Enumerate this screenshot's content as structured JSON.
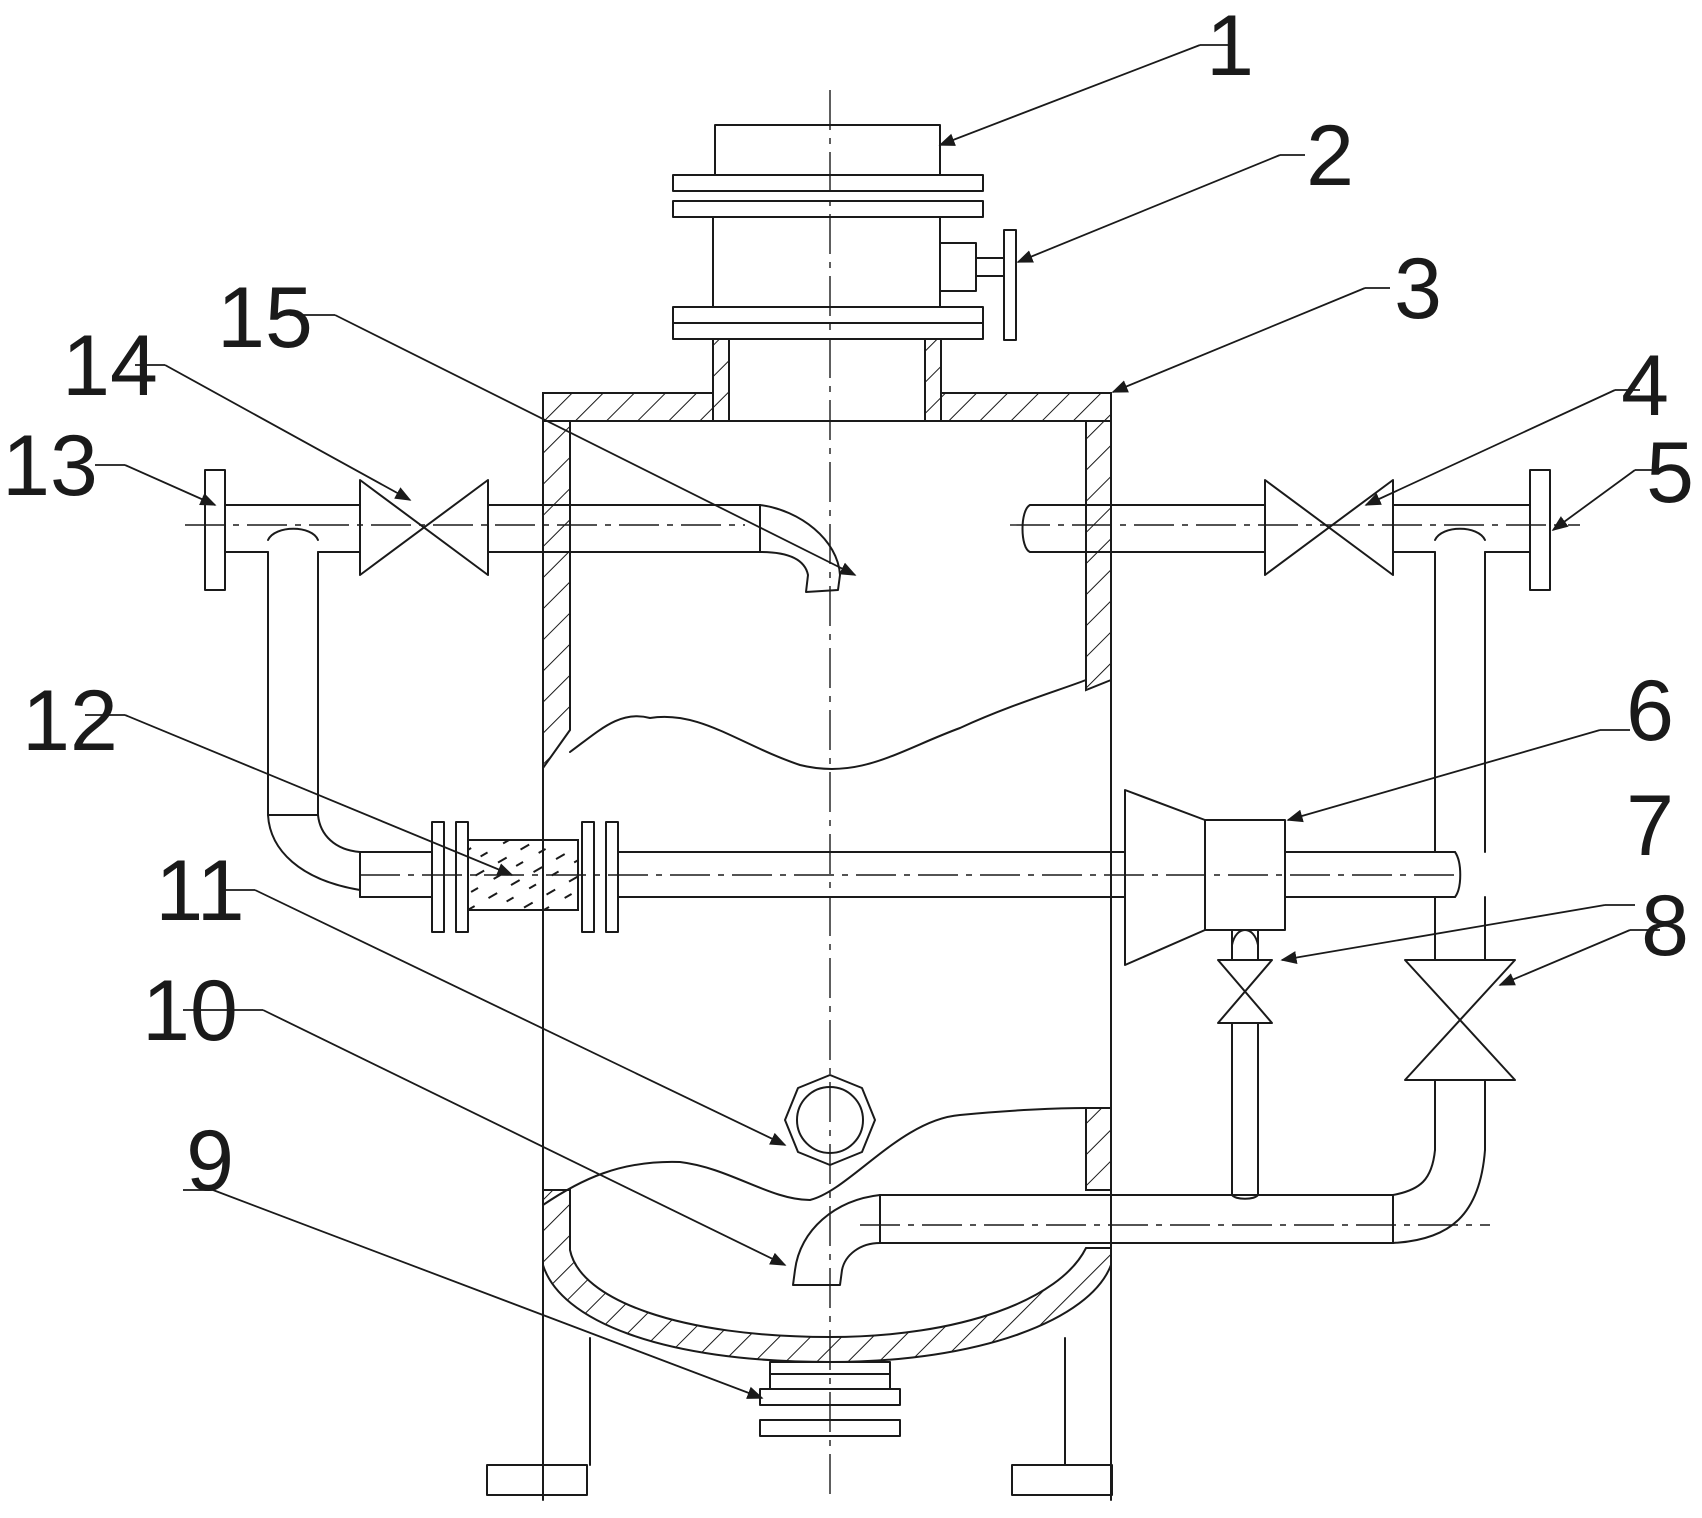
{
  "labels": [
    "1",
    "2",
    "3",
    "4",
    "5",
    "6",
    "7",
    "8",
    "9",
    "10",
    "11",
    "12",
    "13",
    "14",
    "15"
  ],
  "colors": {
    "line": "#1a1a1a",
    "background": "#ffffff"
  }
}
